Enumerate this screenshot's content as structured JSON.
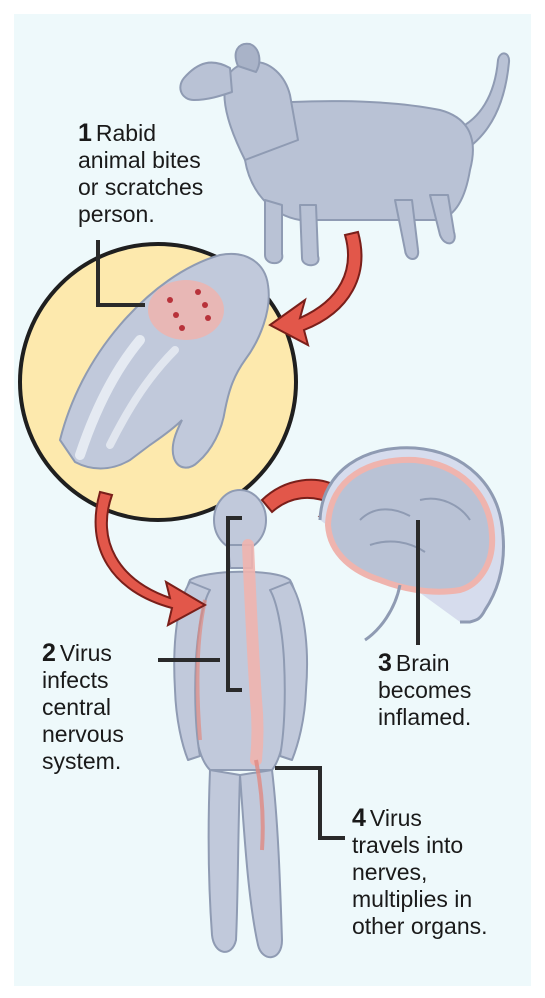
{
  "colors": {
    "background": "#eef9fb",
    "figure_gray": "#b9c2d5",
    "figure_outline": "#8f9bb3",
    "highlight_yellow": "#fde9ad",
    "arrow_red": "#e2574a",
    "virus_pink": "#efb4ae",
    "leader_line": "#2a2a2a"
  },
  "icons": {
    "dog": "dog-silhouette-icon",
    "hand": "hand-icon",
    "human": "human-body-icon",
    "brain": "brain-icon",
    "arrow": "curved-arrow-icon"
  },
  "steps": [
    {
      "number": "1",
      "lines": [
        "Rabid",
        "animal bites",
        "or scratches",
        "person."
      ]
    },
    {
      "number": "2",
      "lines": [
        "Virus",
        "infects",
        "central",
        "nervous",
        "system."
      ]
    },
    {
      "number": "3",
      "lines": [
        "Brain",
        "becomes",
        "inflamed."
      ]
    },
    {
      "number": "4",
      "lines": [
        "Virus",
        "travels into",
        "nerves,",
        "multiplies in",
        "other organs."
      ]
    }
  ]
}
